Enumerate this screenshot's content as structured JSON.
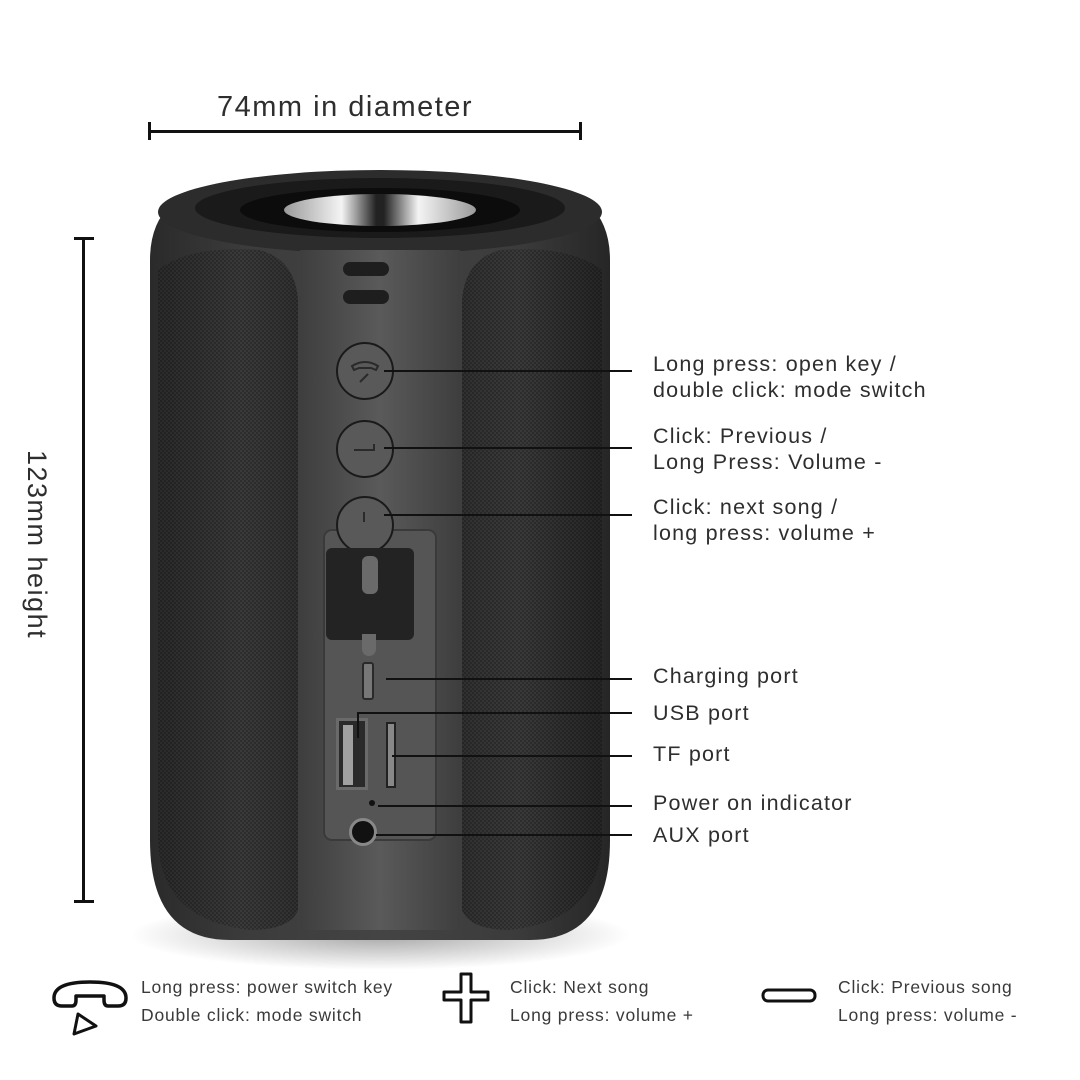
{
  "dimensions": {
    "diameter_label": "74mm in diameter",
    "height_label": "123mm height"
  },
  "callouts": [
    {
      "id": "power-mode-button",
      "lines": [
        "Long press: open key /",
        "double click: mode switch"
      ]
    },
    {
      "id": "previous-button",
      "lines": [
        "Click: Previous /",
        "Long Press: Volume -"
      ]
    },
    {
      "id": "next-button",
      "lines": [
        "Click: next song /",
        "long press: volume +"
      ]
    },
    {
      "id": "charging-port",
      "lines": [
        "Charging port"
      ]
    },
    {
      "id": "usb-port",
      "lines": [
        "USB port"
      ]
    },
    {
      "id": "tf-port",
      "lines": [
        "TF port"
      ]
    },
    {
      "id": "power-indicator",
      "lines": [
        "Power on indicator"
      ]
    },
    {
      "id": "aux-port",
      "lines": [
        "AUX port"
      ]
    }
  ],
  "legend": [
    {
      "icon": "phone-play-icon",
      "lines": [
        "Long press: power switch key",
        "Double click: mode switch"
      ]
    },
    {
      "icon": "plus-icon",
      "lines": [
        "Click: Next song",
        "Long press: volume +"
      ]
    },
    {
      "icon": "minus-icon",
      "lines": [
        "Click: Previous song",
        "Long press: volume -"
      ]
    }
  ],
  "colors": {
    "background": "#ffffff",
    "speaker_body": "#3a3a3a",
    "speaker_fabric": "#2f2f2f",
    "control_strip": "#4a4a4a",
    "line": "#111111",
    "text": "#2e2e2e"
  }
}
